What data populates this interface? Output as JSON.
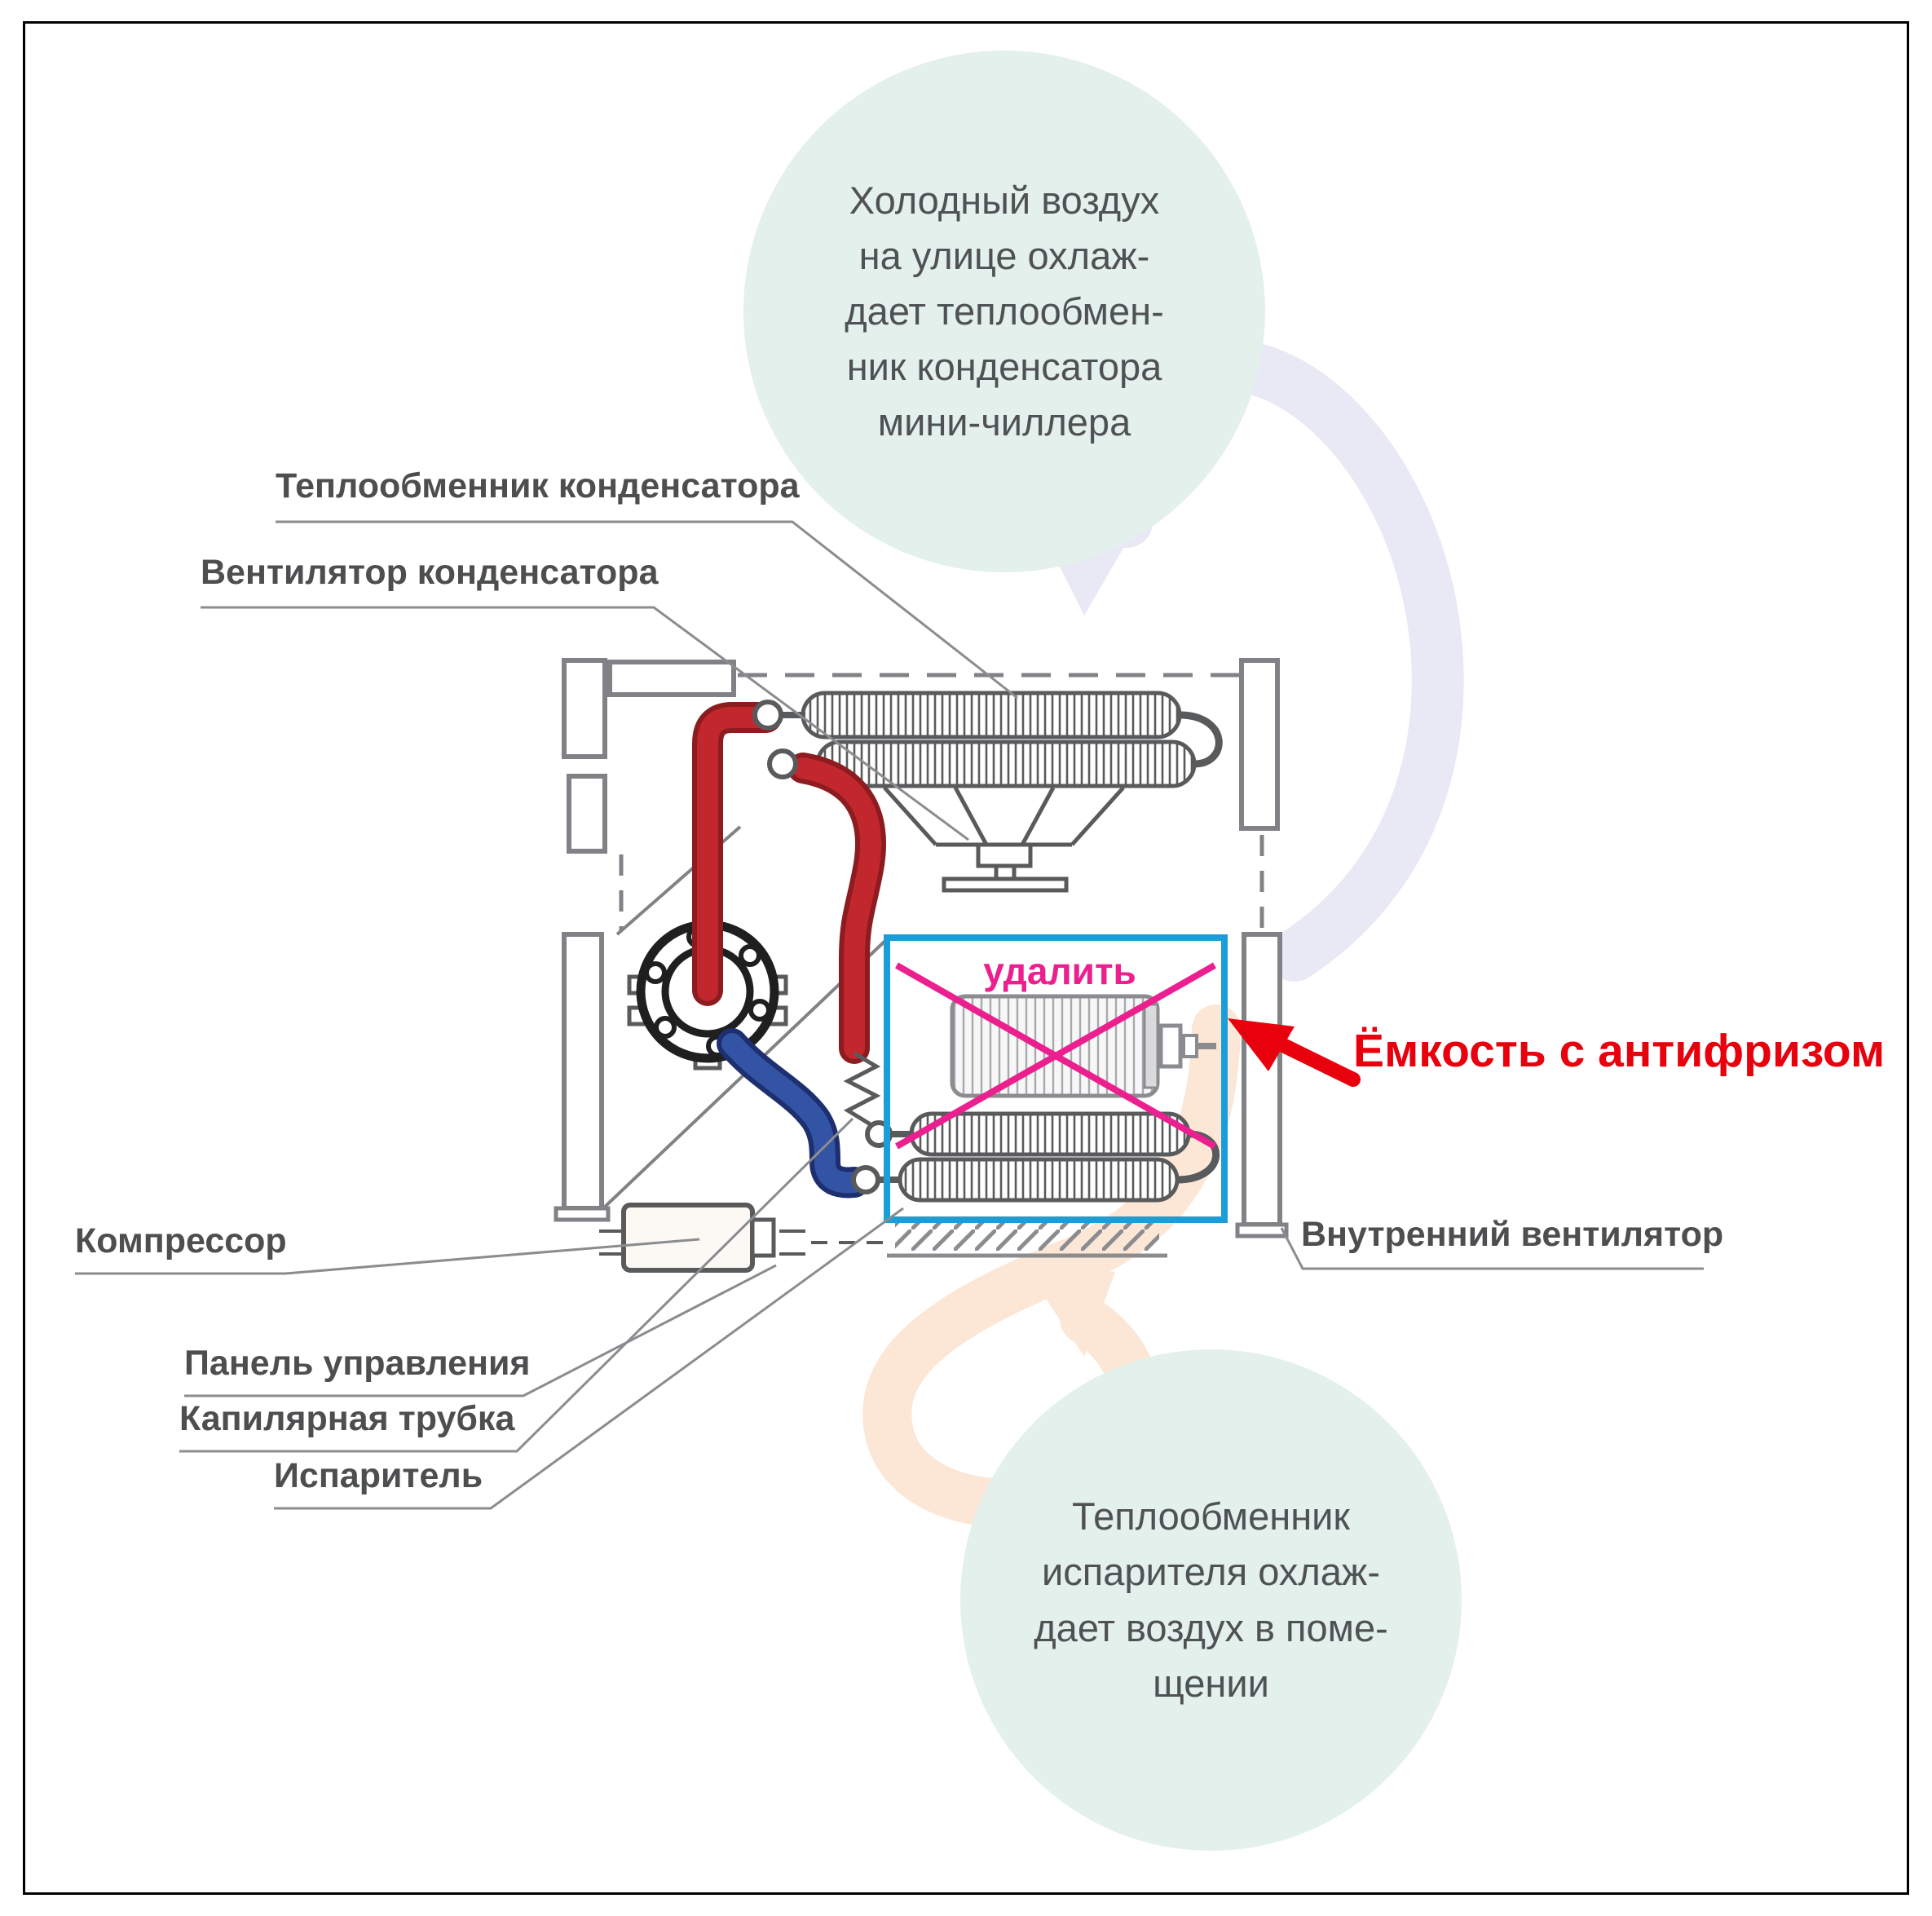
{
  "bubbles": {
    "top": "Холодный воздух\nна улице охлаж-\nдает теплообмен-\nник конденсатора\nмини-чиллера",
    "bottom": "Теплообменник\nиспарителя охлаж-\nдает воздух в поме-\nщении"
  },
  "labels": {
    "condenser_heat_exchanger": "Теплообменник конденсатора",
    "condenser_fan": "Вентилятор конденсатора",
    "compressor": "Компрессор",
    "control_panel": "Панель управления",
    "capillary_tube": "Капилярная трубка",
    "evaporator": "Испаритель",
    "internal_fan": "Внутренний вентилятор"
  },
  "annotations": {
    "delete_note": "удалить",
    "antifreeze_tank": "Ёмкость с антифризом"
  },
  "colors": {
    "bubble_fill": "#e3f0ec",
    "label_text": "#4d4e50",
    "alert_red": "#e8000d",
    "delete_magenta": "#ec1f8f",
    "highlight_box_blue": "#1b9dd9",
    "hot_pipe_red": "#c1272d",
    "cold_pipe_blue": "#3353a4",
    "flow_arrow_lavender": "#e9e9f6",
    "flow_arrow_peach": "#fce7d6",
    "outline_gray": "#808285"
  }
}
